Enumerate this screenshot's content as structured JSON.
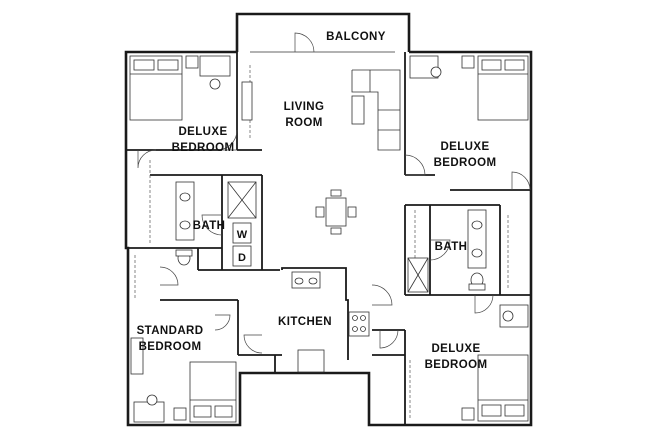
{
  "rooms": {
    "balcony": "BALCONY",
    "living_room": [
      "LIVING",
      "ROOM"
    ],
    "deluxe_bedroom_nw": [
      "DELUXE",
      "BEDROOM"
    ],
    "deluxe_bedroom_ne": [
      "DELUXE",
      "BEDROOM"
    ],
    "deluxe_bedroom_se": [
      "DELUXE",
      "BEDROOM"
    ],
    "standard_bedroom": [
      "STANDARD",
      "BEDROOM"
    ],
    "bath_west": "BATH",
    "bath_east": "BATH",
    "kitchen": "KITCHEN"
  },
  "appliances": {
    "washer": "W",
    "dryer": "D"
  }
}
